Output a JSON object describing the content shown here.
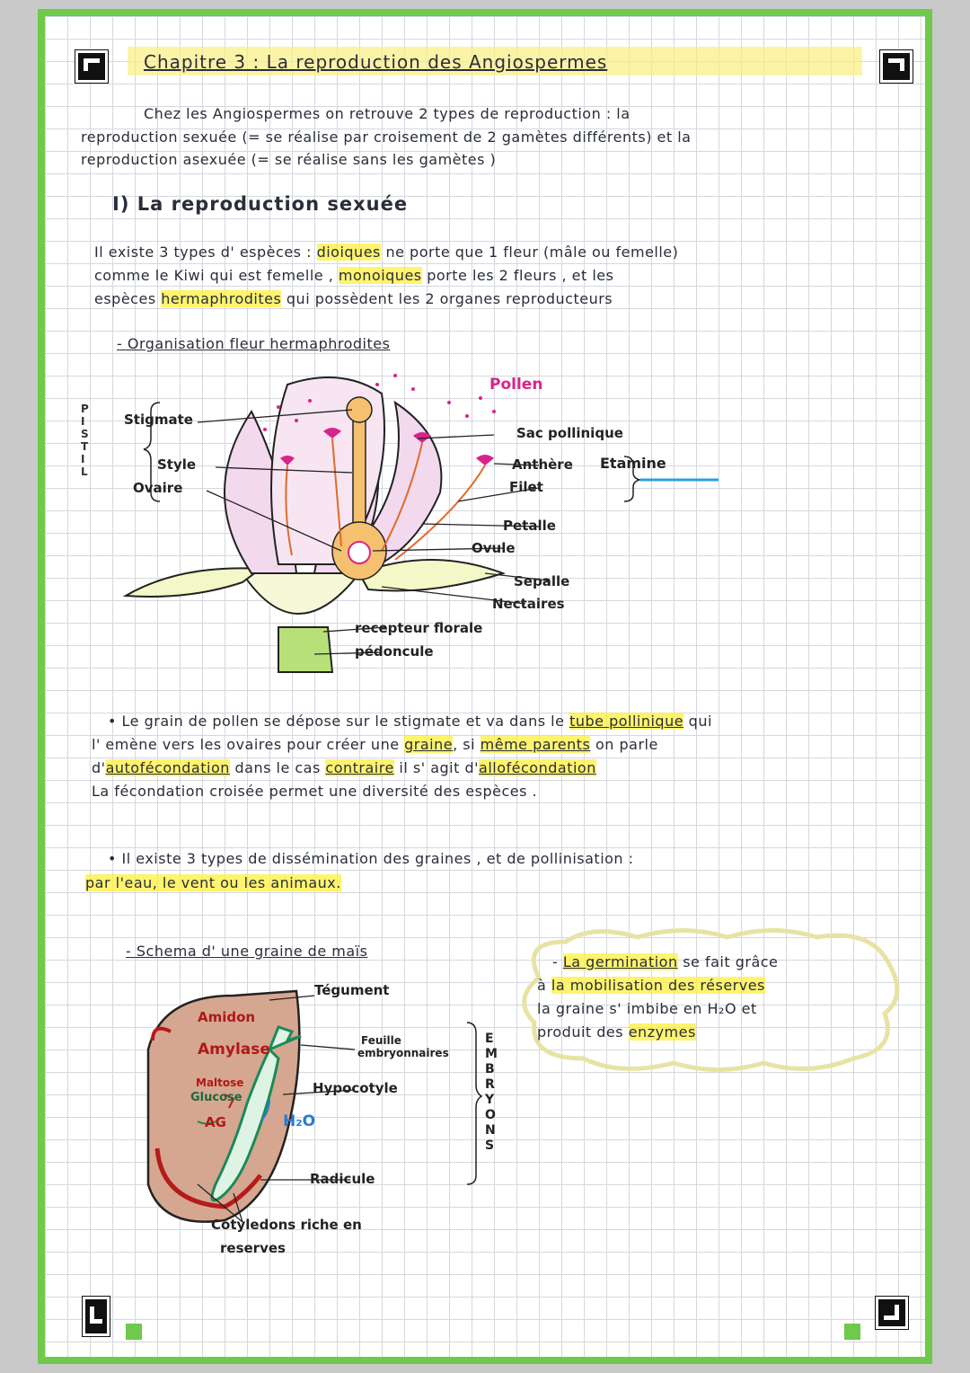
{
  "title": "Chapitre 3 : La reproduction des Angiospermes",
  "intro": [
    "Chez les Angiospermes on retrouve 2 types de reproduction : la",
    "reproduction sexuée (= se réalise par croisement de 2 gamètes différents) et la",
    "reproduction asexuée (= se réalise sans les gamètes )"
  ],
  "section1": {
    "heading": "I) La reproduction sexuée",
    "types_line1_pre": "Il existe 3 types d' espèces :",
    "types_dioiques": "dioiques",
    "types_line1_post": "ne porte que 1 fleur (mâle ou femelle)",
    "types_line2_pre": "comme le Kiwi qui est femelle ,",
    "types_monoiques": "monoiques",
    "types_line2_post": "porte les 2 fleurs , et les",
    "types_line3_pre": "espèces",
    "types_herma": "hermaphrodites",
    "types_line3_post": "qui possèdent les 2 organes reproducteurs",
    "flower_title": "- Organisation fleur hermaphrodites"
  },
  "flower_labels": {
    "pollen": "Pollen",
    "stigmate": "Stigmate",
    "style": "Style",
    "ovaire": "Ovaire",
    "pistil": "PISTIL",
    "sac": "Sac pollinique",
    "anthere": "Anthère",
    "filet": "Filet",
    "etamine": "Etamine",
    "petale": "Petalle",
    "ovule": "Ovule",
    "sepale": "Sepalle",
    "nectaires": "Nectaires",
    "recepteur": "recepteur florale",
    "pedoncule": "pédoncule"
  },
  "pollen_par": {
    "l1_a": "• Le grain de pollen se dépose sur le stigmate et va dans le",
    "l1_hl": "tube pollinique",
    "l1_b": "qui",
    "l2_a": "l' emène vers les ovaires pour créer une",
    "l2_hl1": "graine",
    "l2_b": ", si",
    "l2_hl2": "même parents",
    "l2_c": "on parle",
    "l3_a": "d'",
    "l3_hl1": "autofécondation",
    "l3_b": "dans le cas",
    "l3_hl2": "contraire",
    "l3_c": "il s' agit d'",
    "l3_hl3": "allofécondation",
    "l4": "La fécondation croisée permet une diversité des espèces ."
  },
  "dissem_par": {
    "l1": "• Il existe 3 types de dissémination des graines , et de pollinisation :",
    "l2": "par l'eau, le vent ou les animaux."
  },
  "seed": {
    "title": "- Schema d' une graine de maïs",
    "tegument": "Tégument",
    "amidon": "Amidon",
    "amylase": "Amylase",
    "maltose": "Maltose",
    "glucose": "Glucose",
    "ag": "AG",
    "feuille": "Feuille",
    "embryonnaires": "embryonnaires",
    "hypocotyle": "Hypocotyle",
    "h2o": "H₂O",
    "radicule": "Radicule",
    "embryons": "EMBRYONS",
    "cotyledons1": "Cotyledons riche en",
    "cotyledons2": "reserves"
  },
  "germination": {
    "l1_pre": "-",
    "l1_hl": "La germination",
    "l1_post": "se fait grâce",
    "l2_a": "à",
    "l2_hl": "la mobilisation des réserves",
    "l3": "la graine s' imbibe en H₂O et",
    "l4_a": "produit des",
    "l4_hl": "enzymes"
  },
  "colors": {
    "frame": "#6fc94a",
    "highlight": "#fff03c",
    "pink": "#d8248a",
    "underline_blue": "#2aa0e0"
  }
}
